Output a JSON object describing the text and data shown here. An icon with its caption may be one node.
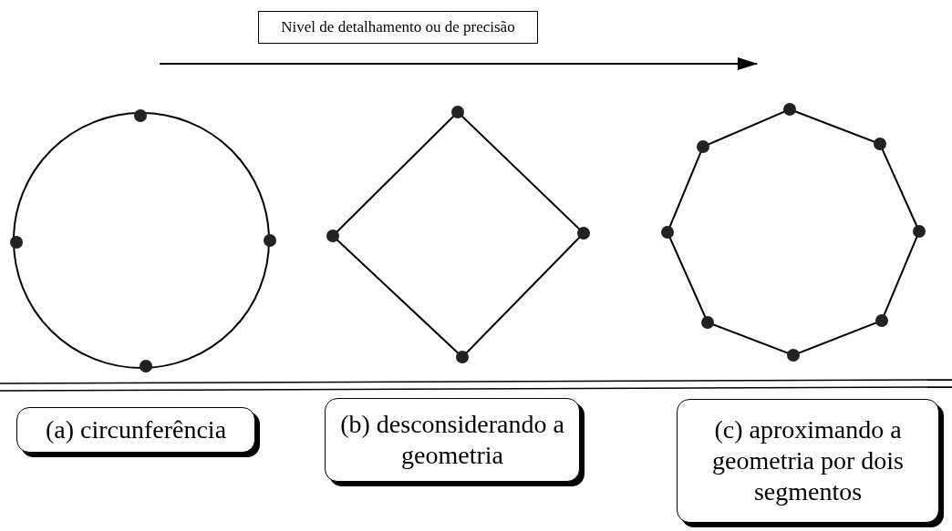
{
  "diagram": {
    "nodes": [
      {
        "text": [
          "Nivel de detalhamento ou de precisão"
        ]
      },
      {
        "text": [
          "(a) circunferência"
        ]
      },
      {
        "text": [
          "(b) desconsiderando a geometria"
        ]
      },
      {
        "text": [
          "(c) aproximando a geometria por dois segmentos"
        ]
      }
    ]
  }
}
